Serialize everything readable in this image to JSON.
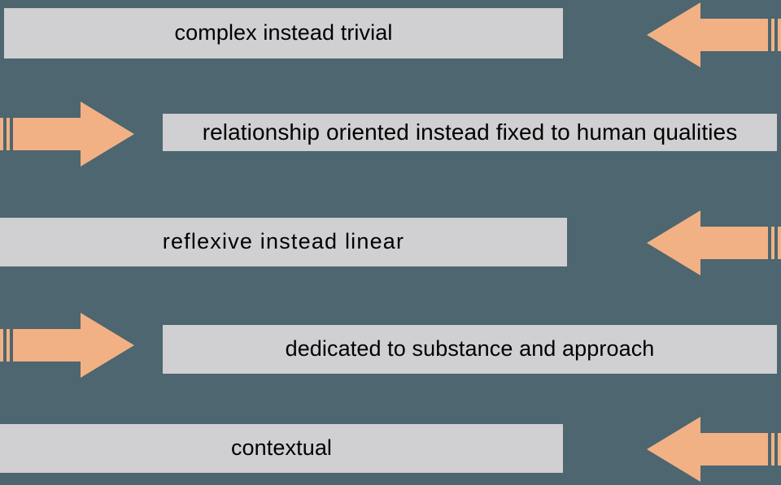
{
  "slide": {
    "title": "complex instead trivial",
    "background_color": "#4d6670",
    "bar_color": "#d0cfd1",
    "arrow_color": "#f2b184",
    "text_color": "#000000"
  },
  "rows": [
    {
      "label": "complex instead trivial",
      "arrow_direction": "left",
      "arrow_side": "right",
      "arrow_name": "arrow-left-row-1"
    },
    {
      "label": "relationship oriented instead fixed to human qualities",
      "arrow_direction": "right",
      "arrow_side": "left",
      "arrow_name": "arrow-right-row-2"
    },
    {
      "label": "reflexive  instead  linear",
      "arrow_direction": "left",
      "arrow_side": "right",
      "arrow_name": "arrow-left-row-3"
    },
    {
      "label": "dedicated to substance and approach",
      "arrow_direction": "right",
      "arrow_side": "left",
      "arrow_name": "arrow-right-row-4"
    },
    {
      "label": "contextual",
      "arrow_direction": "left",
      "arrow_side": "right",
      "arrow_name": "arrow-left-row-5"
    }
  ]
}
